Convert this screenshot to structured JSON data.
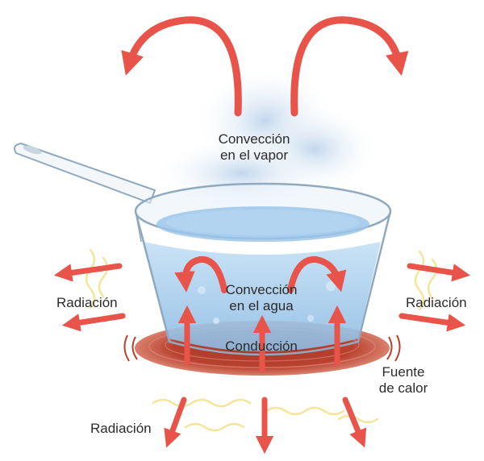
{
  "labels": {
    "vapor_line1": "Convección",
    "vapor_line2": "en el vapor",
    "water_line1": "Convección",
    "water_line2": "en el agua",
    "conduction": "Conducción",
    "radiation_left": "Radiación",
    "radiation_right": "Radiación",
    "radiation_bottom": "Radiación",
    "source_line1": "Fuente",
    "source_line2": "de calor"
  },
  "colors": {
    "arrow": "#e8534a",
    "water": "#a9cfee",
    "water_dark": "#6aa6d8",
    "pan_outline": "#8fa9bf",
    "burner": "#b9402f",
    "burner_ring": "#d98a7a",
    "heat_wave": "#f3e69a",
    "steam": "#c6dbef",
    "text": "#2b2b2b"
  },
  "icons": {
    "pan": "saucepan-icon",
    "burner": "heat-source-icon",
    "arrows": "arrow-icon"
  }
}
